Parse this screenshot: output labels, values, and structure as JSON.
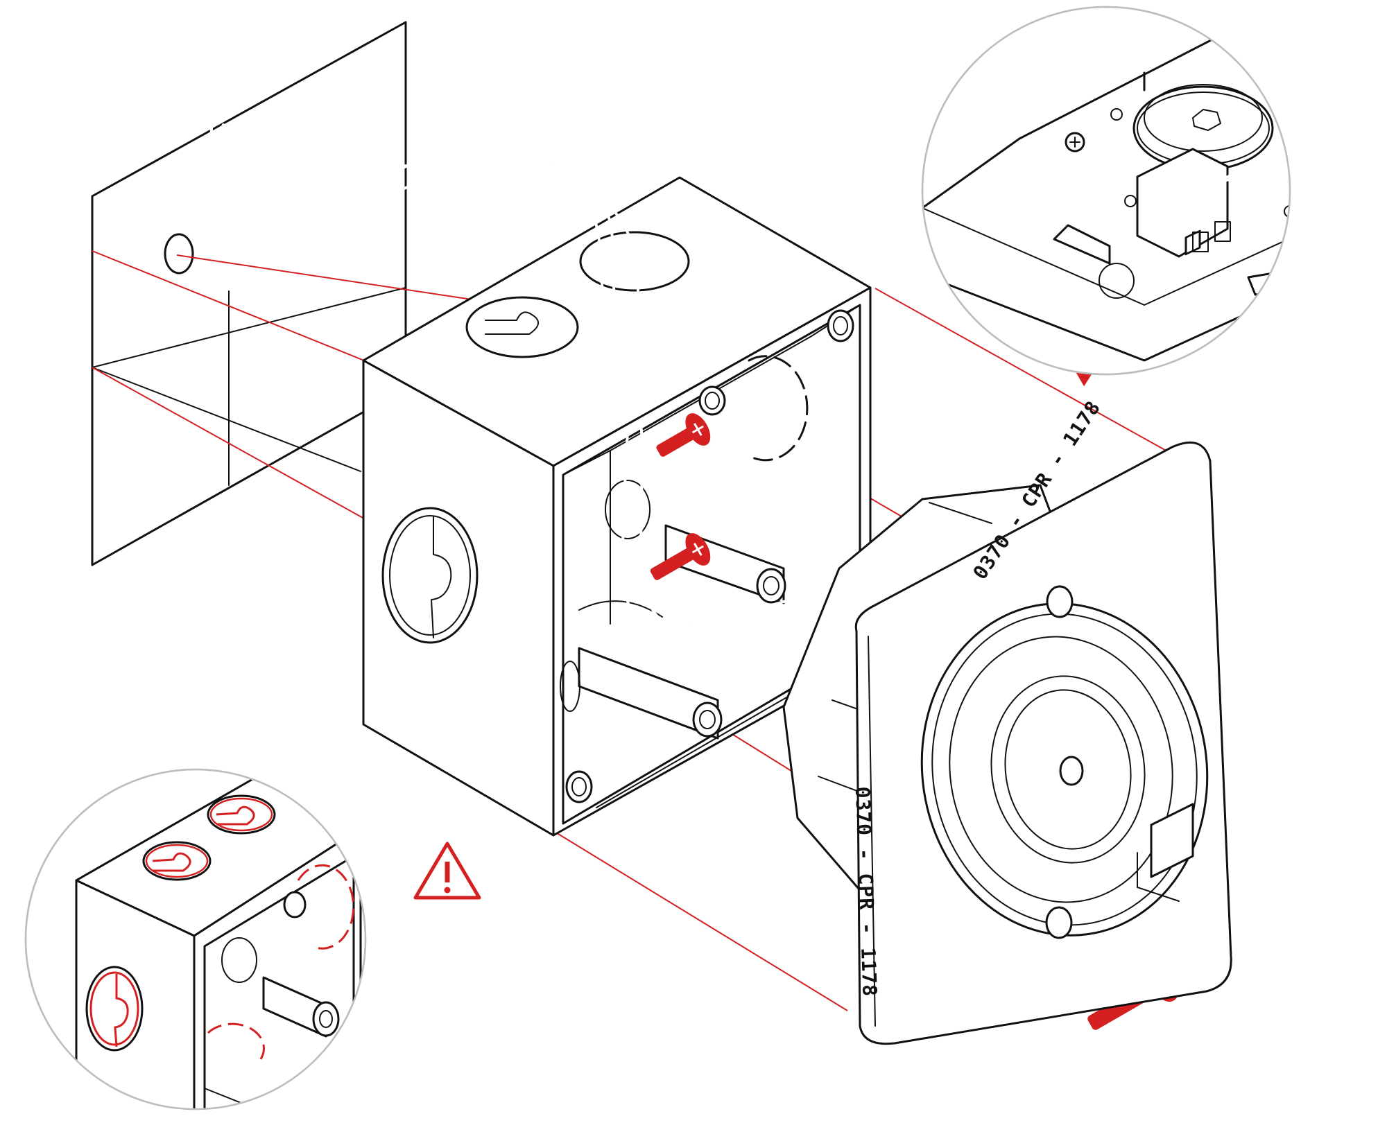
{
  "diagram": {
    "product_marking": "0370 - CPR - 1178",
    "warning_symbol": "warning-triangle-icon",
    "direction_symbol": "arrow-right-triangle-icon",
    "colors": {
      "accent": "#d42020",
      "line": "#111111",
      "lens_border": "#bdbdbd",
      "background": "#ffffff"
    },
    "parts": [
      "wall-panel",
      "junction-box",
      "door-holder-magnet",
      "mounting-screws",
      "cable-wires",
      "detail-terminal-block",
      "detail-knockout-box"
    ]
  }
}
